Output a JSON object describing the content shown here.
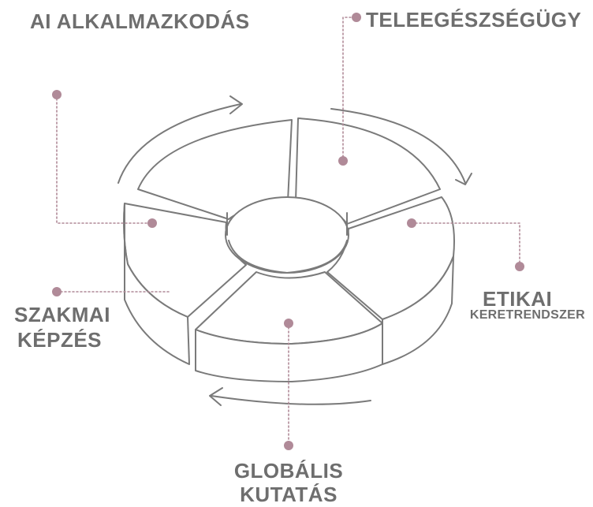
{
  "labels": {
    "ai": "AI ALKALMAZKODÁS",
    "tele": "TELEEGÉSZSÉGÜGY",
    "etikai_line1": "ETIKAI",
    "etikai_line2": "KERETRENDSZER",
    "szakmai_line1": "SZAKMAI",
    "szakmai_line2": "KÉPZÉS",
    "global_line1": "GLOBÁLIS",
    "global_line2": "KUTATÁS"
  },
  "colors": {
    "line": "#7a7a7a",
    "text": "#6e6e6e",
    "dot": "#b08a98",
    "fill": "#ffffff"
  }
}
